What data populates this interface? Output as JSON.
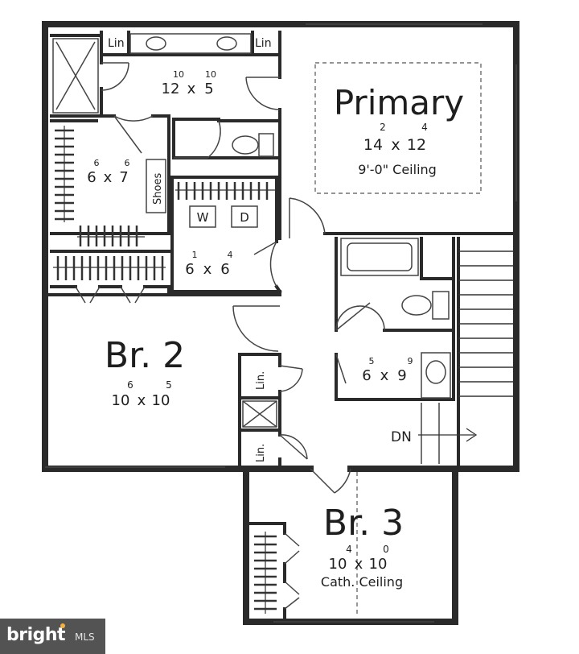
{
  "rooms": {
    "primary": {
      "name": "Primary",
      "dim_a": "14",
      "sup_a": "2",
      "dim_b": "12",
      "sup_b": "4",
      "note": "9'-0\" Ceiling"
    },
    "primary_bath": {
      "dim_a": "12",
      "sup_a": "10",
      "dim_b": "5",
      "sup_b": "10"
    },
    "closet_1": {
      "dim_a": "6",
      "sup_a": "6",
      "dim_b": "7",
      "sup_b": "6"
    },
    "laundry": {
      "dim_a": "6",
      "sup_a": "1",
      "dim_b": "6",
      "sup_b": "4"
    },
    "br2": {
      "name": "Br. 2",
      "dim_a": "10",
      "sup_a": "6",
      "dim_b": "10",
      "sup_b": "5"
    },
    "hall_bath": {
      "dim_a": "6",
      "sup_a": "5",
      "dim_b": "9",
      "sup_b": "9"
    },
    "br3": {
      "name": "Br. 3",
      "dim_a": "10",
      "sup_a": "4",
      "dim_b": "10",
      "sup_b": "0",
      "note": "Cath. Ceiling"
    }
  },
  "labels": {
    "lin_1": "Lin",
    "lin_2": "Lin",
    "lin_3": "Lin.",
    "lin_4": "Lin.",
    "shoes": "Shoes",
    "washer": "W",
    "dryer": "D",
    "stairs_down": "DN"
  },
  "watermark": {
    "brand": "bright",
    "suffix": "MLS"
  }
}
